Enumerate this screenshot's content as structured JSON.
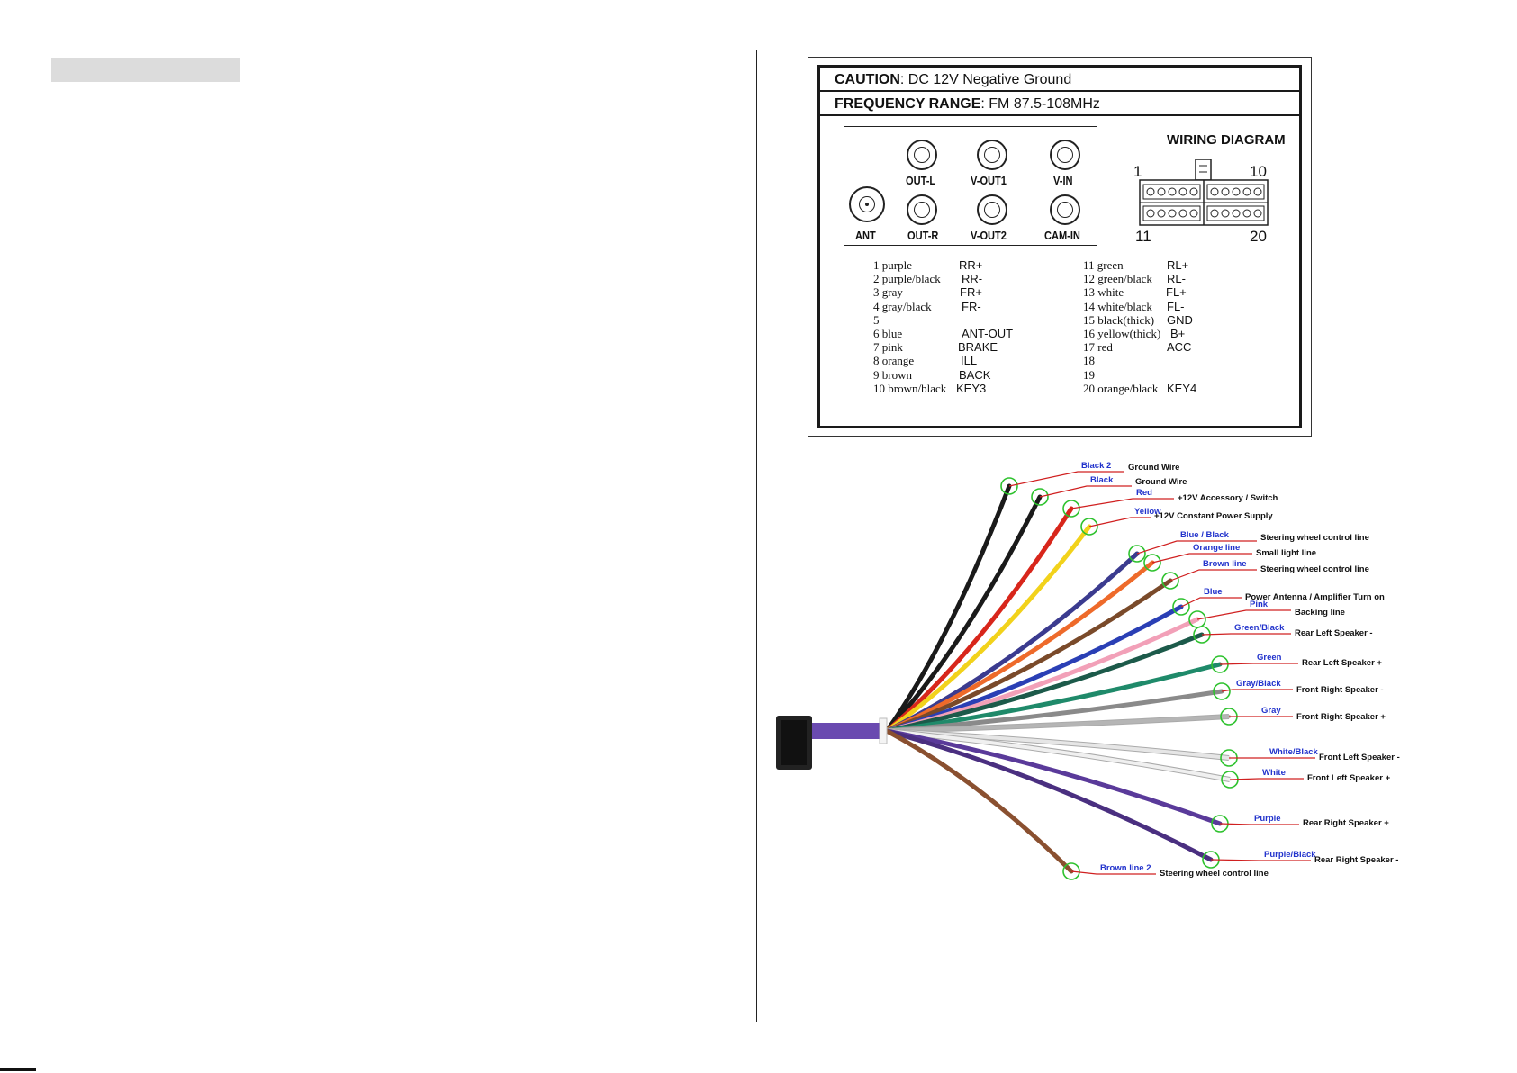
{
  "spec": {
    "caution_label": "CAUTION",
    "caution_text": ": DC 12V Negative Ground",
    "freq_label": "FREQUENCY RANGE",
    "freq_text": ": FM 87.5-108MHz"
  },
  "connectors": {
    "ant": "ANT",
    "out_l": "OUT-L",
    "out_r": "OUT-R",
    "vout1": "V-OUT1",
    "vout2": "V-OUT2",
    "vin": "V-IN",
    "camin": "CAM-IN"
  },
  "wiring_diagram": {
    "title": "WIRING DIAGRAM",
    "pin_1": "1",
    "pin_10": "10",
    "pin_11": "11",
    "pin_20": "20"
  },
  "pins_left": [
    {
      "num": "1 purple",
      "code": "RR+"
    },
    {
      "num": "2 purple/black",
      "code": "RR-"
    },
    {
      "num": "3 gray",
      "code": "FR+"
    },
    {
      "num": "4 gray/black",
      "code": "FR-"
    },
    {
      "num": "5",
      "code": ""
    },
    {
      "num": "6 blue",
      "code": "ANT-OUT"
    },
    {
      "num": "7 pink",
      "code": "BRAKE"
    },
    {
      "num": "8 orange",
      "code": "ILL"
    },
    {
      "num": "9 brown",
      "code": "BACK"
    },
    {
      "num": "10 brown/black",
      "code": "KEY3"
    }
  ],
  "pins_right": [
    {
      "num": "11 green",
      "code": "RL+"
    },
    {
      "num": "12 green/black",
      "code": "RL-"
    },
    {
      "num": "13 white",
      "code": "FL+"
    },
    {
      "num": "14 white/black",
      "code": "FL-"
    },
    {
      "num": "15 black(thick)",
      "code": "GND"
    },
    {
      "num": "16 yellow(thick)",
      "code": "B+"
    },
    {
      "num": "17 red",
      "code": "ACC"
    },
    {
      "num": "18",
      "code": ""
    },
    {
      "num": "19",
      "code": ""
    },
    {
      "num": "20 orange/black",
      "code": "KEY4"
    }
  ],
  "harness": [
    {
      "color": "Black 2",
      "desc": "Ground Wire",
      "hex": "#1a1a1a"
    },
    {
      "color": "Black",
      "desc": "Ground Wire",
      "hex": "#1a1a1a"
    },
    {
      "color": "Red",
      "desc": "+12V  Accessory / Switch",
      "hex": "#d8261b"
    },
    {
      "color": "Yellow",
      "desc": "+12V Constant Power Supply",
      "hex": "#f2d21b"
    },
    {
      "color": "Blue / Black",
      "desc": "Steering wheel control line",
      "hex": "#3b3b8f"
    },
    {
      "color": "Orange line",
      "desc": "Small light line",
      "hex": "#ee6a2a"
    },
    {
      "color": "Brown line",
      "desc": "Steering wheel control line",
      "hex": "#7a4a2a"
    },
    {
      "color": "Blue",
      "desc": "Power Antenna / Amplifier Turn on",
      "hex": "#2a3fb5"
    },
    {
      "color": "Pink",
      "desc": "Backing line",
      "hex": "#f2a0b8"
    },
    {
      "color": "Green/Black",
      "desc": "Rear Left Speaker -",
      "hex": "#1c5a4a"
    },
    {
      "color": "Green",
      "desc": "Rear Left Speaker +",
      "hex": "#1f8a6a"
    },
    {
      "color": "Gray/Black",
      "desc": "Front Right Speaker -",
      "hex": "#8a8a8a"
    },
    {
      "color": "Gray",
      "desc": "Front Right Speaker +",
      "hex": "#b5b5b5"
    },
    {
      "color": "White/Black",
      "desc": "Front Left Speaker -",
      "hex": "#e6e6e6"
    },
    {
      "color": "White",
      "desc": "Front Left Speaker +",
      "hex": "#f0f0f0"
    },
    {
      "color": "Purple",
      "desc": "Rear Right Speaker +",
      "hex": "#5a3a9a"
    },
    {
      "color": "Purple/Black",
      "desc": "Rear Right Speaker -",
      "hex": "#4a2f80"
    },
    {
      "color": "Brown line 2",
      "desc": "Steering wheel control line",
      "hex": "#8a5030"
    }
  ]
}
